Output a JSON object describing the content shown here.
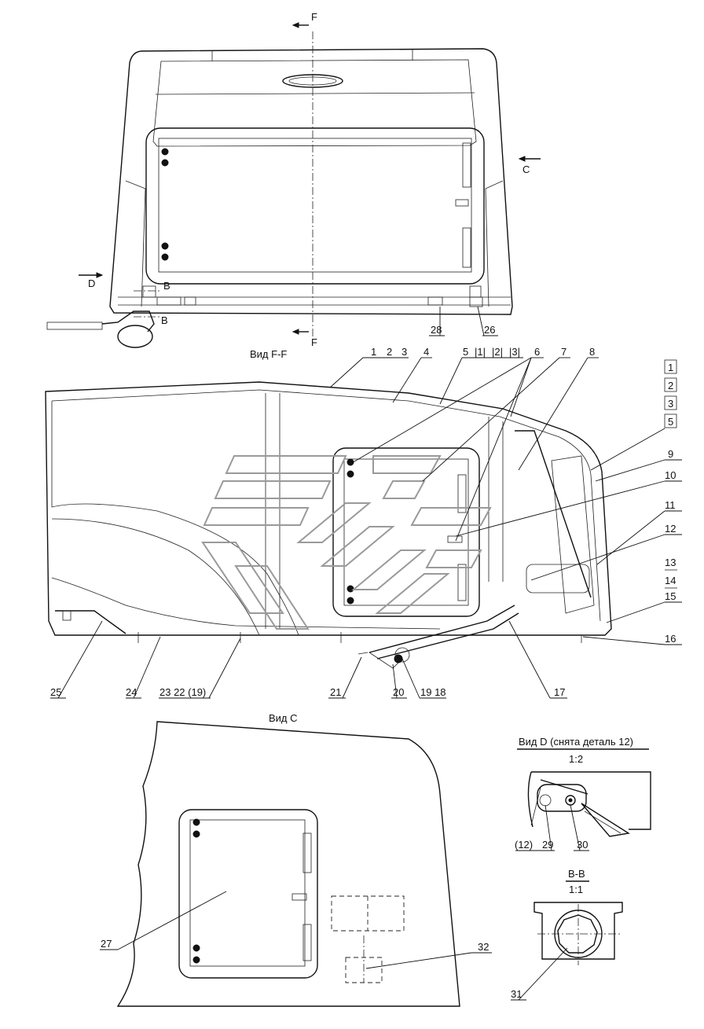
{
  "views": {
    "section_marker": "F",
    "view_c_marker": "C",
    "view_d_marker": "D",
    "view_b_marker": "B",
    "section_ff_title": "Вид F-F",
    "view_c_title": "Вид C",
    "view_d_title": "Вид D (снята деталь 12)",
    "view_d_scale": "1:2",
    "section_bb_title": "B-B",
    "section_bb_scale": "1:1"
  },
  "callouts": {
    "c1": "1",
    "c2": "2",
    "c3": "3",
    "c4": "4",
    "c5": "5",
    "c5_sub1": "|1|",
    "c5_sub2": "|2|",
    "c5_sub3": "|3|",
    "c6": "6",
    "c7": "7",
    "c8": "8",
    "c9": "9",
    "c10": "10",
    "c11": "11",
    "c12": "12",
    "c13": "13",
    "c14": "14",
    "c15": "15",
    "c16": "16",
    "c17": "17",
    "c18": "18",
    "c19": "19",
    "c20": "20",
    "c21": "21",
    "c22": "22",
    "c23": "23",
    "c23_group": "23 22 (19)",
    "c24": "24",
    "c25": "25",
    "c26": "26",
    "c27": "27",
    "c28": "28",
    "c29": "29",
    "c30": "30",
    "c31": "31",
    "c32": "32",
    "c12_ref": "(12)",
    "c19_18": "19 18",
    "box1": "1",
    "box2": "2",
    "box3": "3",
    "box5": "5"
  },
  "colors": {
    "line": "#111111",
    "watermark": "#9a9a9a",
    "paper": "#ffffff"
  }
}
